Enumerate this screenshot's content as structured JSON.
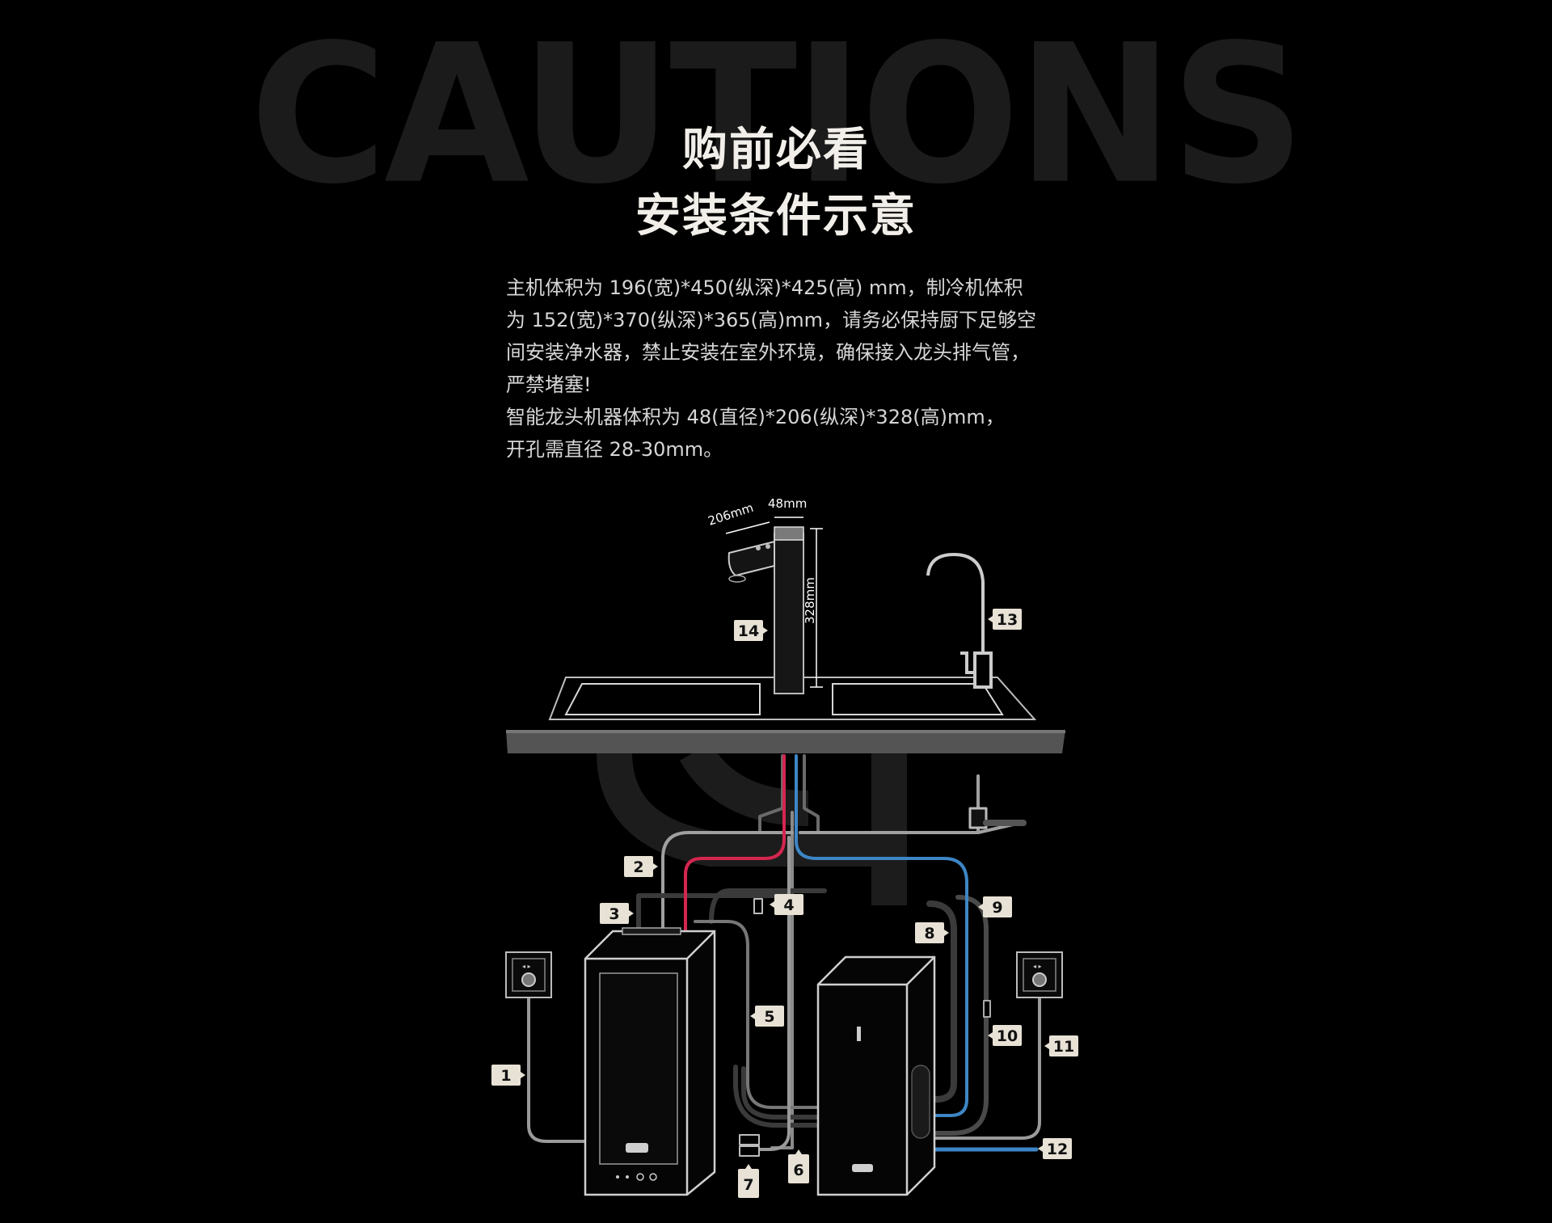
{
  "background_word": "CAUTIONS",
  "title_line1": "购前必看",
  "title_line2": "安装条件示意",
  "description": [
    "主机体积为 196(宽)*450(纵深)*425(高) mm，制冷机体积",
    "为 152(宽)*370(纵深)*365(高)mm，请务必保持厨下足够空",
    "间安装净水器，禁止安装在室外环境，确保接入龙头排气管，",
    "严禁堵塞!",
    "智能龙头机器体积为 48(直径)*206(纵深)*328(高)mm，",
    "开孔需直径 28-30mm。"
  ],
  "dimensions": {
    "depth": "206mm",
    "diameter": "48mm",
    "height": "328mm"
  },
  "callouts": [
    "1",
    "2",
    "3",
    "4",
    "5",
    "6",
    "7",
    "8",
    "9",
    "10",
    "11",
    "12",
    "13",
    "14"
  ],
  "colors": {
    "background": "#000000",
    "hot_pipe": "#d4264f",
    "cold_pipe": "#3d86c6",
    "pipe_gray": "#8a8a8a",
    "badge": "#e8e2d6"
  }
}
